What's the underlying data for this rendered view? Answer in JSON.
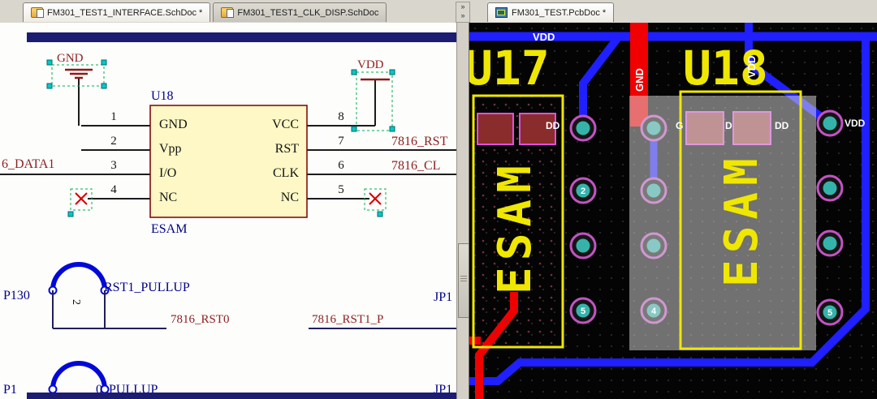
{
  "tabs": {
    "chevron": "»",
    "left": [
      {
        "label": "FM301_TEST1_INTERFACE.SchDoc *"
      },
      {
        "label": "FM301_TEST1_CLK_DISP.SchDoc"
      }
    ],
    "right": [
      {
        "label": "FM301_TEST.PcbDoc *"
      }
    ]
  },
  "schematic": {
    "designator": "U18",
    "part_label": "ESAM",
    "power": {
      "gnd": "GND",
      "vdd": "VDD"
    },
    "pins_left": [
      {
        "num": "1",
        "name": "GND"
      },
      {
        "num": "2",
        "name": "Vpp"
      },
      {
        "num": "3",
        "name": "I/O"
      },
      {
        "num": "4",
        "name": "NC"
      }
    ],
    "pins_right": [
      {
        "num": "8",
        "name": "VCC"
      },
      {
        "num": "7",
        "name": "RST"
      },
      {
        "num": "6",
        "name": "CLK"
      },
      {
        "num": "5",
        "name": "NC"
      }
    ],
    "nets": {
      "data1": "6_DATA1",
      "rst": "7816_RST",
      "clk": "7816_CL",
      "rst0": "7816_RST0",
      "rst1_p": "7816_RST1_P"
    },
    "lower": {
      "pullup_label": "RST1_PULLUP",
      "connector_left": "P130",
      "connector_right": "JP1",
      "pin_number": "2",
      "bottom_left": "P1",
      "bottom_pullup": "0_PULLUP",
      "bottom_right": "JP1"
    }
  },
  "pcb": {
    "refs": {
      "u17": "U17",
      "u18": "U18"
    },
    "silk_left": "ESAM",
    "silk_right": "ESAM",
    "nets": {
      "vdd_top": "VDD",
      "gnd_vertical": "GND",
      "vdd_diagonal": "VDD",
      "vdd_right": "VDD",
      "pad_text_left": "DD",
      "pad_text_g": "G",
      "pad_text_d": "D",
      "pad_text_dd": "DD"
    },
    "pad_numbers": {
      "u17_pin2": "2",
      "u17_pin5": "5",
      "u18_pin4": "4",
      "u18_pin5": "5"
    }
  },
  "colors": {
    "trace_blue": "#1f1fff",
    "trace_red": "#f00000",
    "silk_yellow": "#efe700",
    "pad_teal": "#35b3ab",
    "pad_ring_magenta": "#cc55cc",
    "smd_pad_maroon": "#8a2c2c",
    "selection_green": "#00b050",
    "handle_cyan": "#00c8c8",
    "sch_text_red": "#8b2222",
    "sch_text_blue": "#00008b",
    "component_fill": "#fdf8c5"
  }
}
